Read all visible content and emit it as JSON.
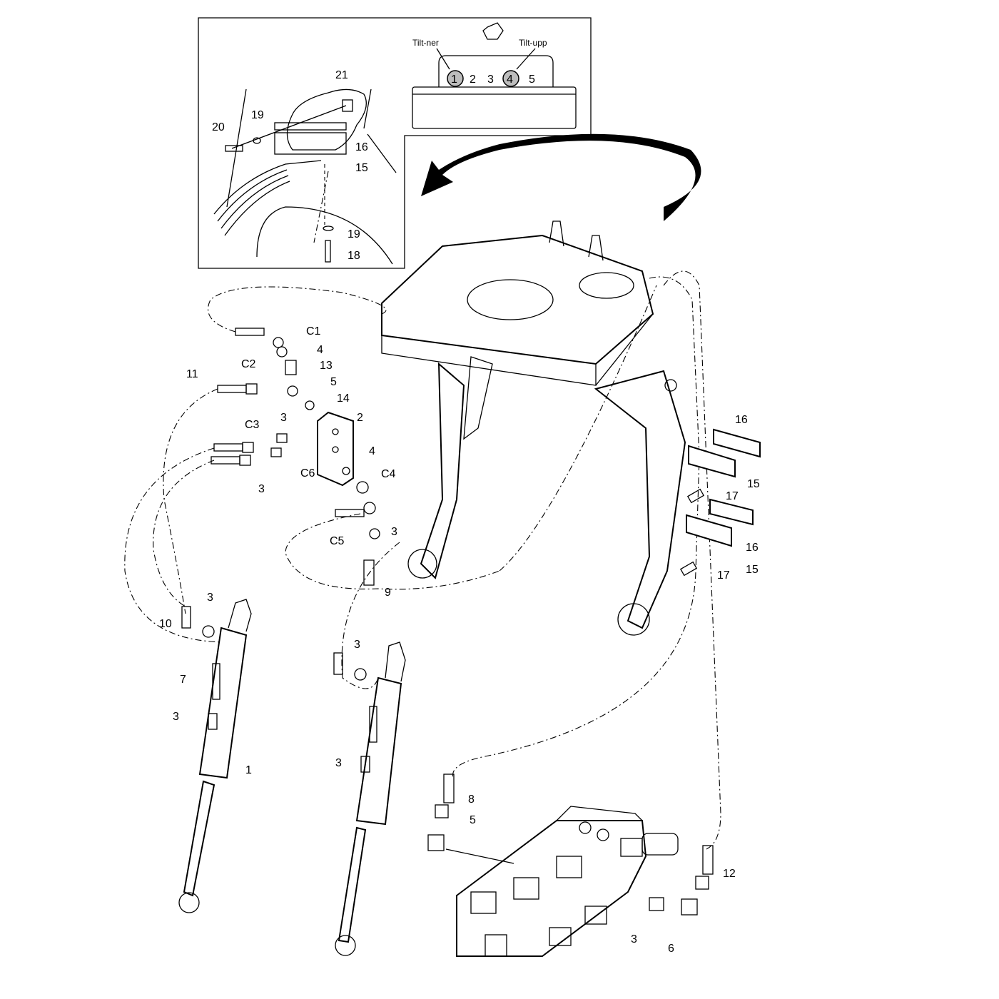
{
  "inset": {
    "connector_labels": {
      "left": "Tilt-ner",
      "right": "Tilt-upp"
    },
    "slots": [
      "1",
      "2",
      "3",
      "4",
      "5"
    ],
    "highlighted_slots": [
      "1",
      "4"
    ],
    "highlight_color": "#bdbdbd",
    "callouts": {
      "c21": "21",
      "c19a": "19",
      "c20": "20",
      "c16": "16",
      "c15": "15",
      "c19b": "19",
      "c18": "18"
    }
  },
  "callouts": {
    "C1": "C1",
    "n4a": "4",
    "n13": "13",
    "C2": "C2",
    "n5a": "5",
    "n14": "14",
    "n11": "11",
    "n2": "2",
    "n3a": "3",
    "C3": "C3",
    "C6": "C6",
    "n3b": "3",
    "n4b": "4",
    "C4": "C4",
    "n3c": "3",
    "C5": "C5",
    "n9": "9",
    "n3d": "3",
    "n10": "10",
    "n7": "7",
    "n3e": "3",
    "n1": "1",
    "n3f": "3",
    "n3g": "3",
    "n16a": "16",
    "n15a": "15",
    "n17a": "17",
    "n16b": "16",
    "n15b": "15",
    "n17b": "17",
    "n8": "8",
    "n5b": "5",
    "n12": "12",
    "n3h": "3",
    "n6": "6"
  }
}
